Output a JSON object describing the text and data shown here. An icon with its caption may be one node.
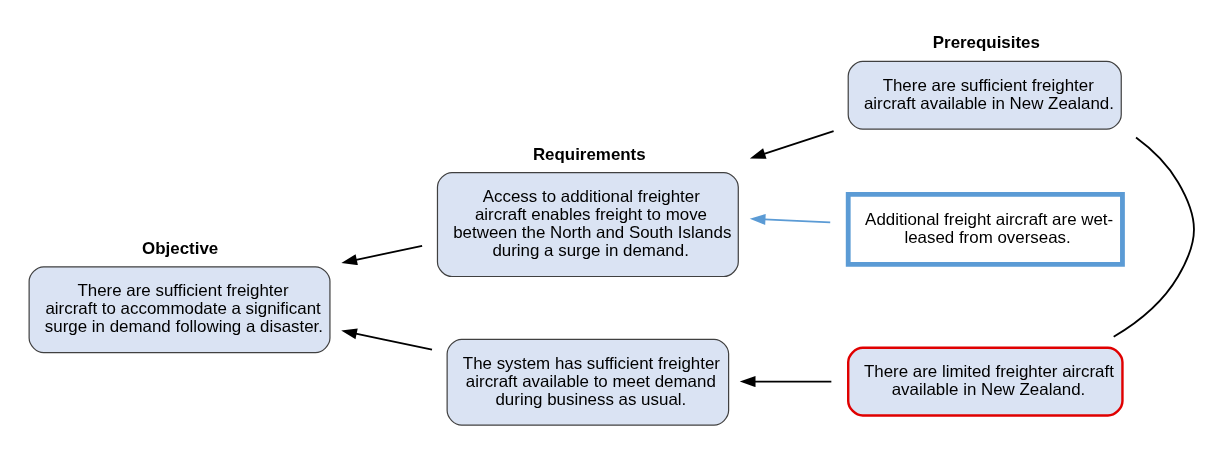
{
  "diagram": {
    "nodes": [
      {
        "text": [
          "Objective",
          "There are sufficient freighter aircraft to accommodate a significant surge in demand following a disaster."
        ]
      },
      {
        "text": [
          "Requirements",
          "Access to additional freighter aircraft enables freight to move between the North and South Islands during a surge in demand."
        ]
      },
      {
        "text": [
          "Prerequisites",
          "There are sufficient freighter aircraft available in New Zealand."
        ]
      },
      {
        "text": [
          "Additional freight aircraft are wet-leased from overseas."
        ]
      },
      {
        "text": [
          "The system has sufficient freighter aircraft available to meet demand during business as usual."
        ]
      },
      {
        "text": [
          "There are limited freighter aircraft available in New Zealand."
        ]
      }
    ],
    "edges": [
      {
        "from": 1,
        "to": 0,
        "arrow": "to"
      },
      {
        "from": 2,
        "to": 1,
        "arrow": "to"
      },
      {
        "from": 3,
        "to": 1,
        "arrow": "to",
        "color": "#5b9bd5"
      },
      {
        "from": 2,
        "to": 5,
        "arrow": "none"
      },
      {
        "from": 5,
        "to": 4,
        "arrow": "to"
      },
      {
        "from": 4,
        "to": 0,
        "arrow": "to"
      }
    ]
  }
}
